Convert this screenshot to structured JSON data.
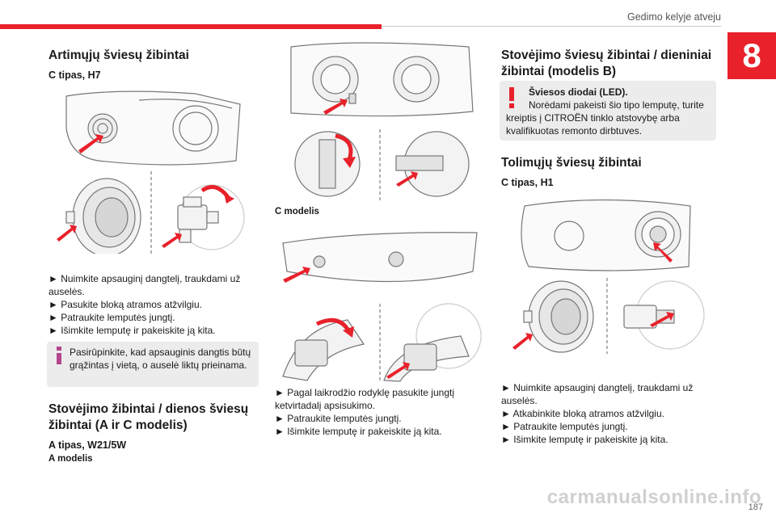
{
  "header": {
    "section_title": "Gedimo kelyje atveju",
    "chapter_number": "8",
    "page_number": "187"
  },
  "col1": {
    "heading": "Artimųjų šviesų žibintai",
    "type_label": "C tipas, H7",
    "steps": [
      "► Nuimkite apsauginį dangtelį, traukdami už auselės.",
      "► Pasukite bloką atramos atžvilgiu.",
      "► Patraukite lemputės jungtį.",
      "► Išimkite lemputę ir pakeiskite ją kita."
    ],
    "info_note": "Pasirūpinkite, kad apsauginis dangtis būtų grąžintas į vietą, o auselė liktų prieinama.",
    "heading2": "Stovėjimo žibintai / dienos šviesų žibintai (A ir C modelis)",
    "type2": "A tipas, W21/5W",
    "model_a": "A modelis"
  },
  "col2": {
    "model_c": "C modelis",
    "steps": [
      "► Pagal laikrodžio rodyklę pasukite jungtį ketvirtadalį apsisukimo.",
      "► Patraukite lemputės jungtį.",
      "► Išimkite lemputę ir pakeiskite ją kita."
    ]
  },
  "col3": {
    "heading": "Stovėjimo šviesų žibintai / dieniniai žibintai (modelis B)",
    "warning_title": "Šviesos diodai (LED).",
    "warning_text": "Norėdami pakeisti šio tipo lemputę, turite kreiptis į CITROËN tinklo atstovybę arba kvalifikuotas remonto dirbtuves.",
    "heading2": "Tolimųjų šviesų žibintai",
    "type_label": "C tipas, H1",
    "steps": [
      "► Nuimkite apsauginį dangtelį, traukdami už auselės.",
      "► Atkabinkite bloką atramos atžvilgiu.",
      "► Patraukite lemputės jungtį.",
      "► Išimkite lemputę ir pakeiskite ją kita."
    ]
  },
  "watermark": "carmanualsonline.info",
  "colors": {
    "accent": "#e8212b",
    "note_bg": "#ececec",
    "info_icon": "#b4448f"
  }
}
